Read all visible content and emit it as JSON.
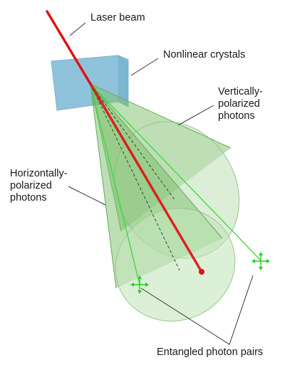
{
  "labels": {
    "laser_beam": "Laser beam",
    "nonlinear_crystals": "Nonlinear crystals",
    "vertically_polarized": "Vertically-\npolarized\nphotons",
    "horizontally_polarized": "Horizontally-\npolarized\nphotons",
    "entangled_pairs": "Entangled photon pairs"
  },
  "colors": {
    "laser": "#dd1414",
    "crystal_fill": "#8fc3dc",
    "crystal_edge": "#7fb2cc",
    "cone_fill": "#7bbf6a",
    "cone_edge": "#5f9c52",
    "photon_path": "#3adb3a",
    "leader_line": "#333333",
    "text": "#1a1a1a"
  },
  "icons": {
    "entangled_marker": "green-cross-arrow-icon"
  }
}
